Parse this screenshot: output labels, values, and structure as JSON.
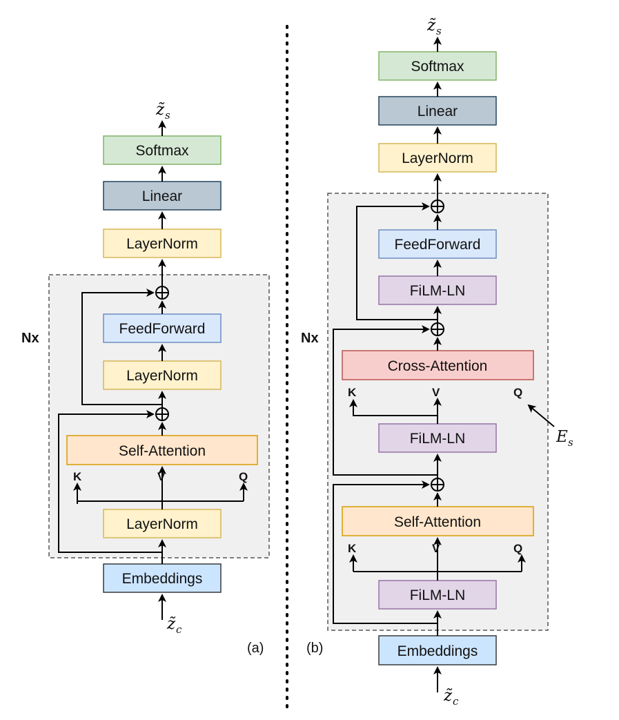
{
  "panel_a": {
    "caption": "(a)",
    "repeat_label": "Nx",
    "output_symbol": {
      "base": "z̃",
      "sub": "s"
    },
    "input_symbol": {
      "base": "z̃",
      "sub": "c"
    },
    "blocks": {
      "softmax": "Softmax",
      "linear": "Linear",
      "layernorm_top": "LayerNorm",
      "feedforward": "FeedForward",
      "layernorm_mid": "LayerNorm",
      "self_attention": "Self-Attention",
      "layernorm_bottom": "LayerNorm",
      "embeddings": "Embeddings"
    },
    "attention_inputs": {
      "k": "K",
      "v": "V",
      "q": "Q"
    }
  },
  "panel_b": {
    "caption": "(b)",
    "repeat_label": "Nx",
    "output_symbol": {
      "base": "z̃",
      "sub": "s"
    },
    "input_symbol": {
      "base": "z̃",
      "sub": "c"
    },
    "condition_symbol": {
      "base": "E",
      "sub": "s"
    },
    "blocks": {
      "softmax": "Softmax",
      "linear": "Linear",
      "layernorm_top": "LayerNorm",
      "feedforward": "FeedForward",
      "film_ln_top": "FiLM-LN",
      "cross_attention": "Cross-Attention",
      "film_ln_mid": "FiLM-LN",
      "self_attention": "Self-Attention",
      "film_ln_bottom": "FiLM-LN",
      "embeddings": "Embeddings"
    },
    "cross_attention_inputs": {
      "k": "K",
      "v": "V",
      "q": "Q"
    },
    "self_attention_inputs": {
      "k": "K",
      "v": "V",
      "q": "Q"
    }
  },
  "colors": {
    "green_fill": "#d5e8d4",
    "green_stroke": "#82b366",
    "slate_fill": "#bac8d3",
    "slate_stroke": "#23445d",
    "yellow_fill": "#fff2cc",
    "yellow_stroke": "#d6b656",
    "blue_fill": "#dae8fc",
    "blue_stroke": "#6c8ebf",
    "orange_fill": "#ffe6cc",
    "orange_stroke": "#d79b00",
    "purple_fill": "#e1d5e7",
    "purple_stroke": "#9673a6",
    "red_fill": "#f8cecc",
    "red_stroke": "#b85450",
    "embed_fill": "#cce5ff",
    "embed_stroke": "#36393d",
    "group_fill": "#f0f0f0",
    "group_stroke": "#555555"
  }
}
